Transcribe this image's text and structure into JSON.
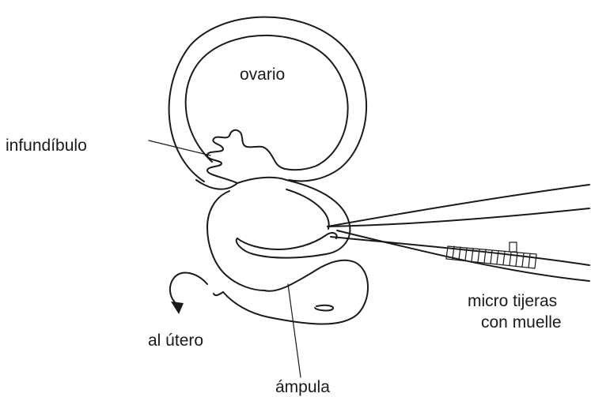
{
  "labels": {
    "ovary": "ovario",
    "infundibulum": "infundíbulo",
    "to_uterus": "al útero",
    "ampulla": "ámpula",
    "scissors_line1": "micro tijeras",
    "scissors_line2": "con muelle"
  },
  "colors": {
    "stroke": "#1a1a1a",
    "background": "#ffffff"
  }
}
